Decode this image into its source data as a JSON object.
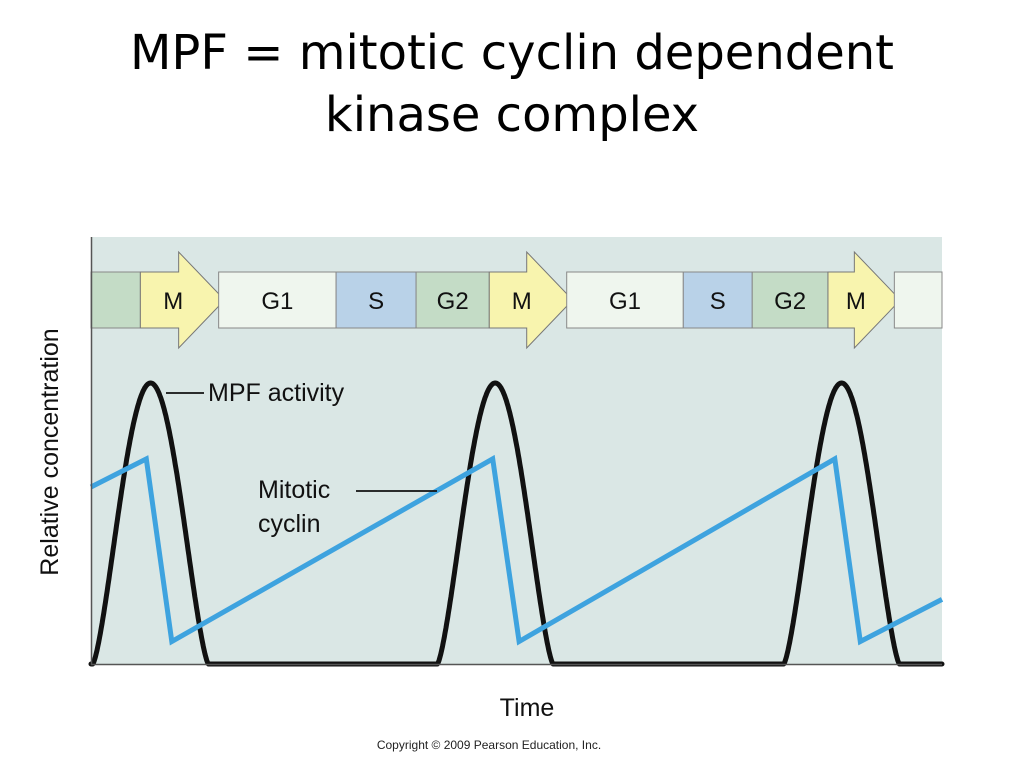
{
  "slide": {
    "title_line1": "MPF = mitotic cyclin dependent",
    "title_line2": "kinase complex",
    "copyright": "Copyright © 2009 Pearson Education, Inc."
  },
  "colors": {
    "panel_bg": "#dae7e5",
    "mpf_line": "#111111",
    "cyclin_line": "#3ea3df",
    "phase_M": "#f8f4ae",
    "phase_G1": "#eff6ee",
    "phase_S": "#b9d2e8",
    "phase_G2": "#c4dcc6"
  },
  "chart_data": {
    "type": "line",
    "title": "",
    "xlabel": "Time",
    "ylabel": "Relative concentration",
    "xlim": [
      0,
      100
    ],
    "ylim": [
      0,
      100
    ],
    "grid": false,
    "legend": "inline labels",
    "phases": [
      {
        "label": "",
        "type": "G2",
        "start": 0,
        "end": 5.8
      },
      {
        "label": "M",
        "type": "M",
        "start": 5.8,
        "end": 15
      },
      {
        "label": "G1",
        "type": "G1",
        "start": 15,
        "end": 28.8
      },
      {
        "label": "S",
        "type": "S",
        "start": 28.8,
        "end": 38.2
      },
      {
        "label": "G2",
        "type": "G2",
        "start": 38.2,
        "end": 46.8
      },
      {
        "label": "M",
        "type": "M",
        "start": 46.8,
        "end": 55.9
      },
      {
        "label": "G1",
        "type": "G1",
        "start": 55.9,
        "end": 69.6
      },
      {
        "label": "S",
        "type": "S",
        "start": 69.6,
        "end": 77.7
      },
      {
        "label": "G2",
        "type": "G2",
        "start": 77.7,
        "end": 86.6
      },
      {
        "label": "M",
        "type": "M",
        "start": 86.6,
        "end": 94.4
      },
      {
        "label": "",
        "type": "G1",
        "start": 94.4,
        "end": 100
      }
    ],
    "series": [
      {
        "name": "MPF activity",
        "peaks": [
          7,
          47.5,
          88.2
        ],
        "peak_value": 100,
        "half_width": 6.8
      },
      {
        "name": "Mitotic cyclin",
        "x": [
          0,
          6.5,
          9.5,
          47.2,
          50.3,
          87.4,
          90.4,
          100
        ],
        "y": [
          63,
          73,
          8,
          73,
          8,
          73,
          8,
          23
        ]
      }
    ],
    "annotations": [
      {
        "text": "MPF activity",
        "series": "MPF activity"
      },
      {
        "text": "Mitotic",
        "series": "Mitotic cyclin"
      },
      {
        "text": "cyclin",
        "series": "Mitotic cyclin"
      }
    ]
  }
}
